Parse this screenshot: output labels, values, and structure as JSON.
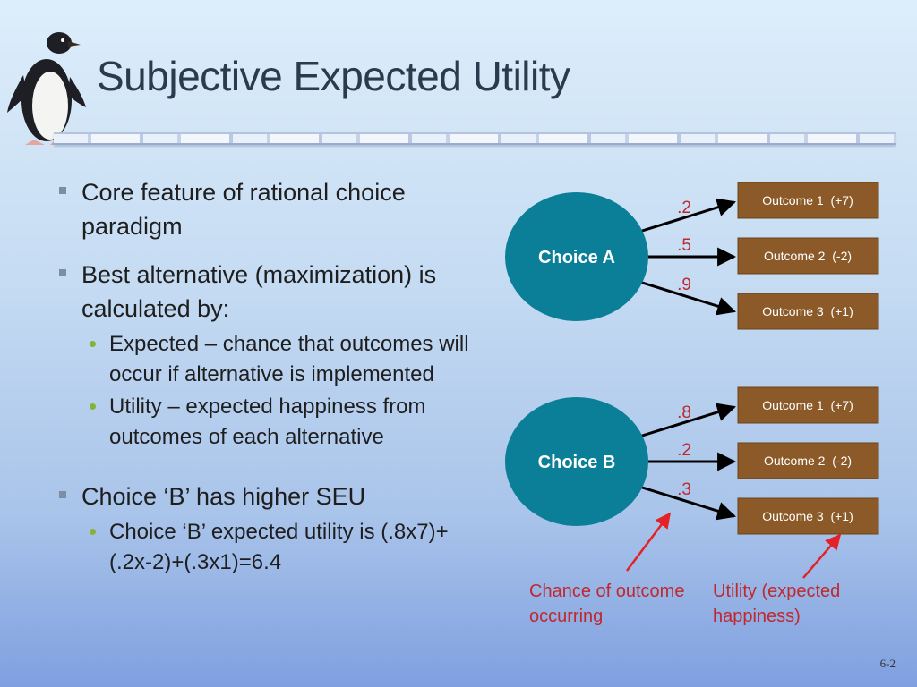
{
  "slide": {
    "title": "Subjective Expected Utility",
    "page_number": "6-2"
  },
  "bullets": [
    {
      "text": "Core feature of rational choice paradigm",
      "children": []
    },
    {
      "text": "Best alternative (maximization) is calculated by:",
      "children": [
        "Expected – chance that outcomes will occur if alternative is implemented",
        "Utility – expected happiness from outcomes of each alternative"
      ]
    },
    {
      "text": "Choice ‘B’ has higher SEU",
      "children": [
        "Choice ‘B’ expected utility is (.8x7)+(.2x-2)+(.3x1)=6.4"
      ]
    }
  ],
  "diagram": {
    "choices": [
      {
        "label": "Choice A",
        "branches": [
          {
            "prob": ".2",
            "outcome": "Outcome 1  (+7)"
          },
          {
            "prob": ".5",
            "outcome": "Outcome 2  (-2)"
          },
          {
            "prob": ".9",
            "outcome": "Outcome 3  (+1)"
          }
        ]
      },
      {
        "label": "Choice B",
        "branches": [
          {
            "prob": ".8",
            "outcome": "Outcome 1  (+7)"
          },
          {
            "prob": ".2",
            "outcome": "Outcome 2  (-2)"
          },
          {
            "prob": ".3",
            "outcome": "Outcome 3  (+1)"
          }
        ]
      }
    ],
    "notes": {
      "chance": "Chance of outcome occurring",
      "utility": "Utility (expected happiness)"
    }
  },
  "colors": {
    "choice_fill": "#0b7f97",
    "outcome_fill": "#8b5a28",
    "annotation": "#c0282d"
  }
}
